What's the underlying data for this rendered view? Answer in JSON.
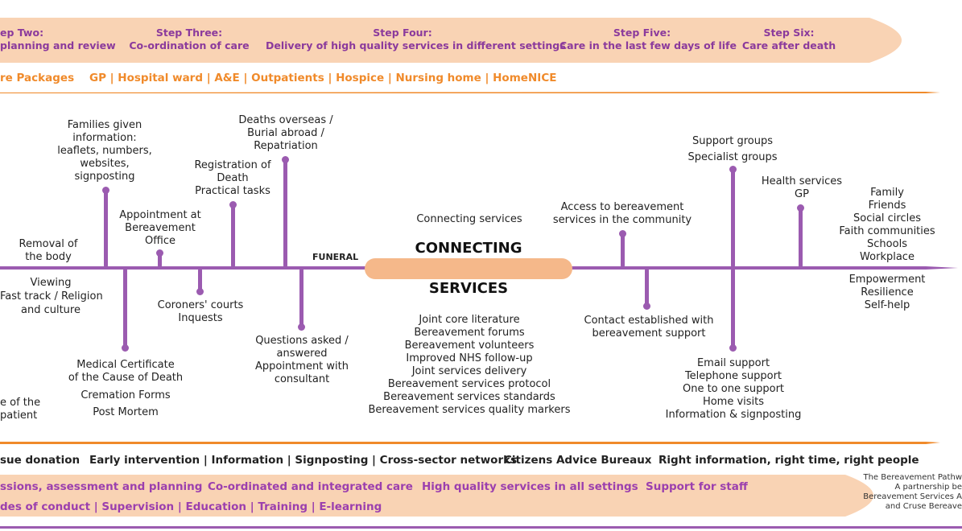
{
  "steps": [
    {
      "title": "ep Two:",
      "subtitle": "planning and review"
    },
    {
      "title": "Step Three:",
      "subtitle": "Co-ordination of care"
    },
    {
      "title": "Step Four:",
      "subtitle": "Delivery of high quality services in different settings"
    },
    {
      "title": "Step Five:",
      "subtitle": "Care in the last few days of life"
    },
    {
      "title": "Step Six:",
      "subtitle": "Care after death"
    }
  ],
  "settings_row": {
    "packages": "re Packages",
    "places": "GP | Hospital ward | A&E | Outpatients | Hospice | Nursing home | Home",
    "nice": "NICE"
  },
  "timeline": {
    "funeral": "FUNERAL",
    "connecting_top": "CONNECTING",
    "connecting_bottom": "SERVICES",
    "connecting_services": "Connecting services",
    "above": {
      "families": [
        "Families given",
        "information:",
        "leaflets, numbers,",
        "websites,",
        "signposting"
      ],
      "removal": [
        "Removal of",
        "the body"
      ],
      "appointment": [
        "Appointment at",
        "Bereavement",
        "Office"
      ],
      "registration": [
        "Registration of",
        "Death",
        "Practical tasks"
      ],
      "deaths_overseas": [
        "Deaths overseas /",
        "Burial abroad /",
        "Repatriation"
      ],
      "access": [
        "Access to bereavement",
        "services in the community"
      ],
      "support_groups": [
        "Support groups",
        "Specialist groups"
      ],
      "health": [
        "Health services",
        "GP"
      ],
      "family": [
        "Family",
        "Friends",
        "Social circles",
        "Faith communities",
        "Schools",
        "Workplace"
      ]
    },
    "below": {
      "viewing": [
        "Viewing",
        "Fast track / Religion",
        "and culture"
      ],
      "medical": [
        "Medical Certificate",
        "of the Cause of Death",
        "Cremation Forms",
        "Post Mortem"
      ],
      "coroners": [
        "Coroners' courts",
        "Inquests"
      ],
      "questions": [
        "Questions asked /",
        "answered",
        "Appointment with",
        "consultant"
      ],
      "joint": [
        "Joint core literature",
        "Bereavement forums",
        "Bereavement volunteers",
        "Improved NHS follow-up",
        "Joint services delivery",
        "Bereavement services protocol",
        "Bereavement services standards",
        "Bereavement services quality markers"
      ],
      "contact": [
        "Contact established with",
        "bereavement support"
      ],
      "email": [
        "Email support",
        "Telephone support",
        "One to one support",
        "Home visits",
        "Information & signposting"
      ],
      "empowerment": [
        "Empowerment",
        "Resilience",
        "Self-help"
      ],
      "left_cut": [
        "e of the",
        "patient"
      ]
    }
  },
  "bottom_row": {
    "tissue": "sue donation",
    "early": "Early intervention | Information | Signposting | Cross-sector networks",
    "citizens": "Citizens Advice Bureaux",
    "right": "Right information, right time, right people"
  },
  "bottom_band": {
    "row1": [
      "ssions, assessment and planning",
      "Co-ordinated and integrated care",
      "High quality services in all settings",
      "Support for staff"
    ],
    "row2": "des of conduct | Supervision | Education | Training | E-learning"
  },
  "credit": [
    "The Bereavement Pathw",
    "A partnership be",
    "Bereavement Services A",
    "and Cruse Bereave"
  ],
  "colors": {
    "purple": "#9b5bb0",
    "orange": "#f08a2a",
    "peach": "#f9d3b4",
    "connector": "#f5b88a"
  }
}
